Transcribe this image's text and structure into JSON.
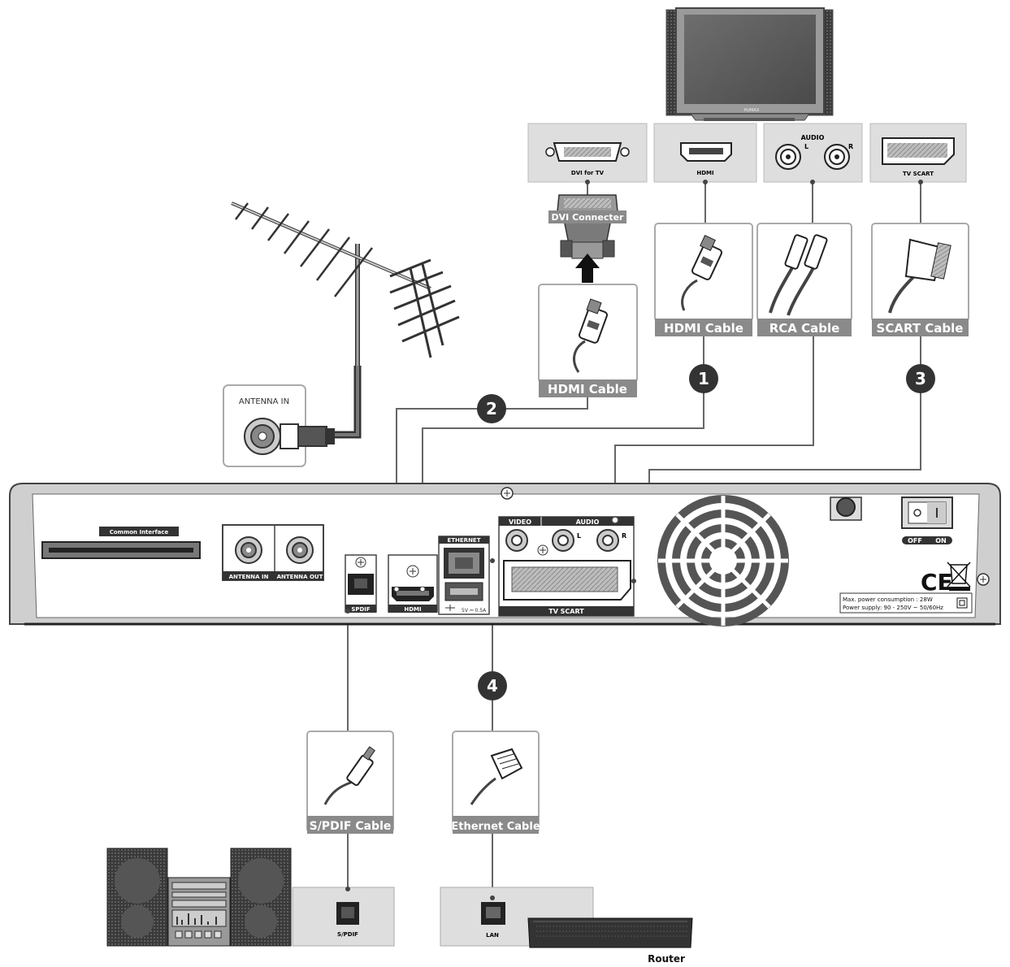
{
  "tv": {
    "brand": "HUMAX"
  },
  "tv_ports": {
    "dvi": "DVI for TV",
    "hdmi": "HDMI",
    "audio": "AUDIO",
    "audio_l": "L",
    "audio_r": "R",
    "scart": "TV SCART"
  },
  "dvi_connector": "DVI Connecter",
  "cables": {
    "hdmi_to_dvi": "HDMI Cable",
    "hdmi": "HDMI Cable",
    "rca": "RCA Cable",
    "scart": "SCART Cable",
    "spdif": "S/PDIF Cable",
    "ethernet": "Ethernet Cable"
  },
  "steps": [
    "1",
    "2",
    "3",
    "4"
  ],
  "antenna_in_box": "ANTENNA IN",
  "receiver": {
    "common_interface": "Common Interface",
    "antenna_in": "ANTENNA IN",
    "antenna_out": "ANTENNA OUT",
    "spdif": "SPDIF",
    "hdmi": "HDMI",
    "ethernet": "ETHERNET",
    "usb": "5V ⎓ 0.5A",
    "video": "VIDEO",
    "audio": "AUDIO",
    "audio_l": "L",
    "audio_r": "R",
    "tv_scart": "TV SCART",
    "switch_off": "OFF",
    "switch_on": "ON",
    "power_line1": "Max. power consumption : 28W",
    "power_line2": "Power supply: 90 - 250V ~ 50/60Hz",
    "ce": "CE"
  },
  "bottom": {
    "spdif": "S/PDIF",
    "lan": "LAN",
    "router": "Router"
  }
}
